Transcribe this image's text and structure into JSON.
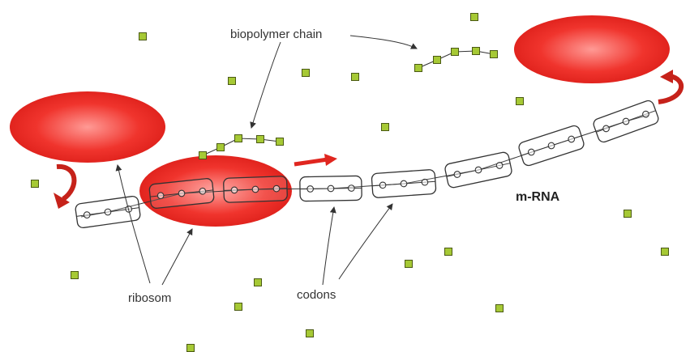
{
  "labels": {
    "biopolymer_chain": "biopolymer chain",
    "ribosom": "ribosom",
    "codons": "codons",
    "mrna": "m-RNA"
  },
  "colors": {
    "ribosome": "#e8201c",
    "ribosome_light": "#ff8a86",
    "monomer": "#a6c935",
    "arrow": "#c6221a",
    "line": "#333333"
  }
}
